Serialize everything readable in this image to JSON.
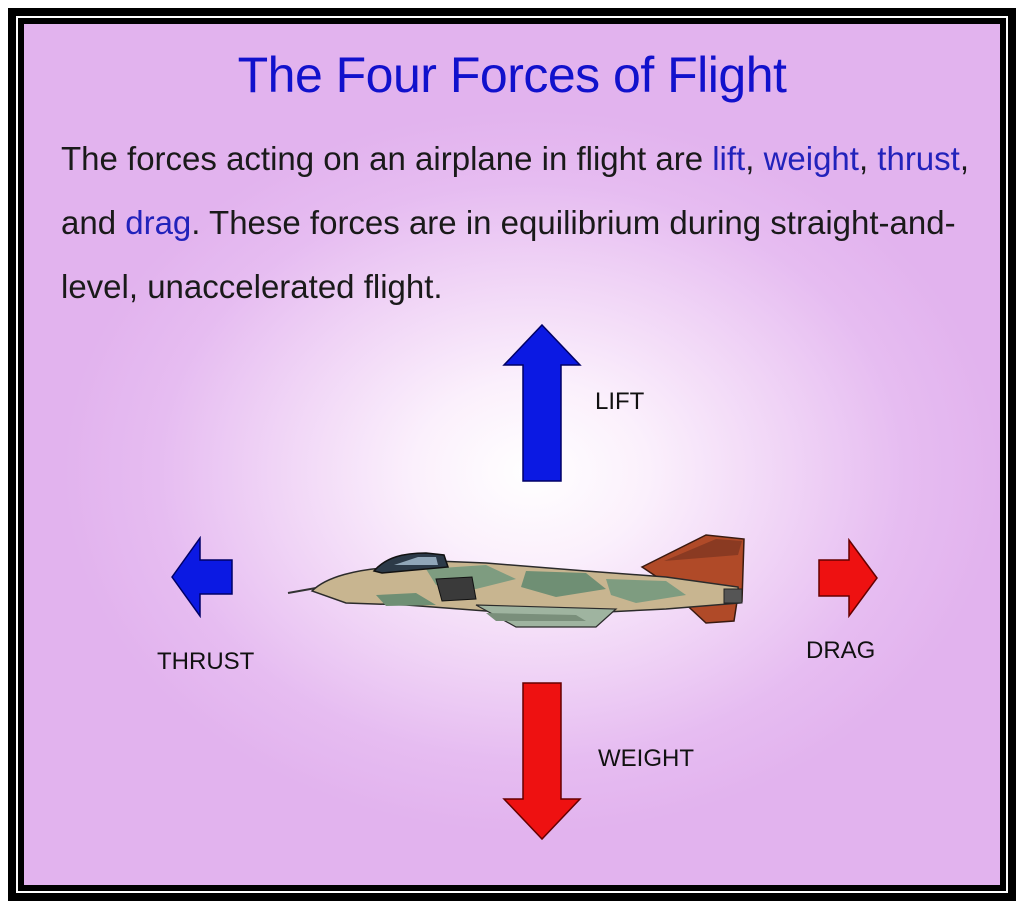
{
  "slide": {
    "title": "The Four Forces of Flight",
    "intro": {
      "t1": "The forces acting on an airplane in flight are ",
      "lift": "lift",
      "c1": ", ",
      "weight": "weight",
      "c2": ", ",
      "thrust": "thrust",
      "c3": ",",
      "t2": "and ",
      "drag": "drag",
      "t3": ".  These forces are in equilibrium during straight-and-",
      "t4": "level, unaccelerated flight."
    }
  },
  "forces": {
    "lift": "LIFT",
    "thrust": "THRUST",
    "drag": "DRAG",
    "weight": "WEIGHT"
  },
  "colors": {
    "blue_arrow": "#0b19e3",
    "red_arrow": "#ee1111",
    "title": "#1111cc",
    "keyword": "#2222bb"
  }
}
